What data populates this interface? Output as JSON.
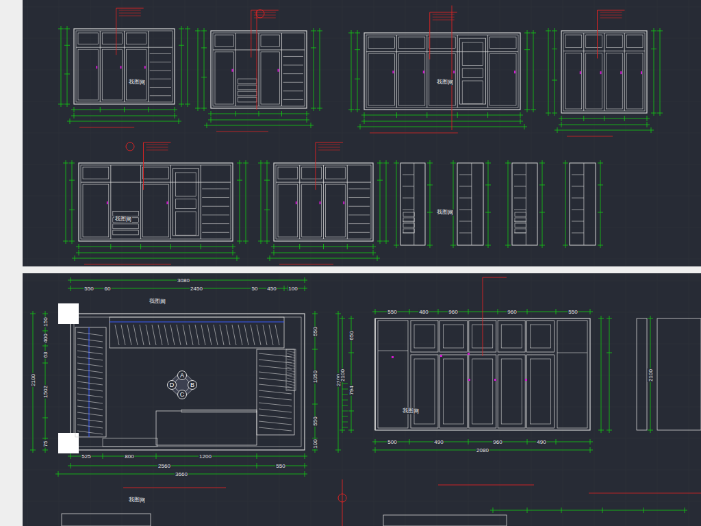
{
  "diagram": {
    "nodes": [
      {
        "text": [
          "A"
        ]
      },
      {
        "text": [
          "B"
        ]
      },
      {
        "text": [
          "C"
        ]
      },
      {
        "text": [
          "D"
        ]
      }
    ],
    "edges": [
      {
        "from": 0,
        "to": 1,
        "arrow": "none"
      },
      {
        "from": 1,
        "to": 2,
        "arrow": "none"
      },
      {
        "from": 2,
        "to": 3,
        "arrow": "none"
      },
      {
        "from": 3,
        "to": 0,
        "arrow": "none"
      }
    ],
    "labels": [
      "3080",
      "550",
      "60",
      "2450",
      "50",
      "450",
      "100",
      "150",
      "400",
      "63",
      "2100",
      "1502",
      "75",
      "550",
      "1050",
      "2100",
      "550",
      "100",
      "525",
      "800",
      "1200",
      "2560",
      "550",
      "3660",
      "550",
      "480",
      "960",
      "960",
      "550",
      "500",
      "490",
      "960",
      "490",
      "2080",
      "650",
      "2100",
      "794",
      "2100",
      "我图网",
      "我图网",
      "我图网",
      "我图网",
      "我图网",
      "我图网",
      "我图网"
    ]
  }
}
